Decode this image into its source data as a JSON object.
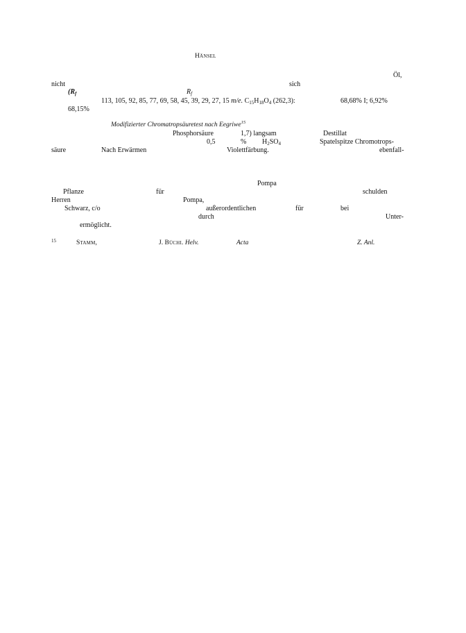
{
  "header": {
    "running_title": "Hänsel"
  },
  "paragraph1": {
    "oel": "Öl,",
    "nicht": "nicht",
    "sich": "sich",
    "rf_open": "(R",
    "rf_sub": "f",
    "rf2": "R",
    "rf2_sub": "f",
    "ms_values": "113, 105, 92, 85, 77, 69, 58, 45, 39, 29, 27, 15",
    "me_unit": "m/e.",
    "formula_c": "C",
    "formula_c_sub": "15",
    "formula_h": "H",
    "formula_h_sub": "18",
    "formula_o": "O",
    "formula_o_sub": "4",
    "formula_mass": "(262,3):",
    "analysis": "68,68% I; 6,92%",
    "found": "68,15%"
  },
  "test_section": {
    "heading": "Modifizierter Chromatropsäuretest nach Eegriwe",
    "heading_ref": "15",
    "phosphorsaeure": "Phosphorsäure",
    "ratio": "1,7) langsam",
    "destillat": "Destillat",
    "conc": "0,5",
    "percent": "%",
    "h2so4_h": "H",
    "h2so4_sub1": "2",
    "h2so4_so": "SO",
    "h2so4_sub2": "4",
    "spatelspitze": "Spatelspitze Chromotrops-",
    "saeure": "säure",
    "erwaermen": "Nach Erwärmen",
    "violett": "Violettfärbung.",
    "ebenfall": "ebenfall-"
  },
  "acknowledgment": {
    "pompa1": "Pompa",
    "pflanze": "Pflanze",
    "fuer1": "für",
    "schulden": "schulden",
    "herren": "Herren",
    "pompa2": "Pompa,",
    "schwarz": "Schwarz, c/o",
    "ausserordentlich": "außerordentlichen",
    "fuer2": "für",
    "bei": "bei",
    "durch": "durch",
    "unter": "Unter-",
    "ermoeglicht": "ermöglicht."
  },
  "footnote": {
    "number": "15",
    "author1": "Stamm,",
    "author2_initial": "J.",
    "author2": "Büchi.",
    "journal1": "Helv.",
    "journal2": "Acta",
    "journal3": "Z. Anl."
  }
}
